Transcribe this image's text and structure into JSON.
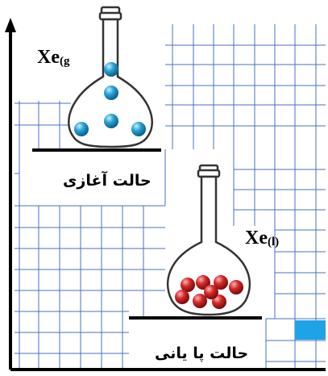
{
  "species": {
    "xe_gas": {
      "symbol": "Xe",
      "subscript": "(g"
    },
    "xe_liquid": {
      "symbol": "Xe",
      "subscript": "(l)"
    }
  },
  "states": {
    "initial": "حالت آغازی",
    "final": "حالت پا یانی"
  },
  "colors": {
    "grid_line": "#4a6fc4",
    "axis": "#000000",
    "gas_atom": "#2aa3d6",
    "liquid_atom": "#d42a2a",
    "marker": "#1ea4e6",
    "glass": "#333333"
  }
}
